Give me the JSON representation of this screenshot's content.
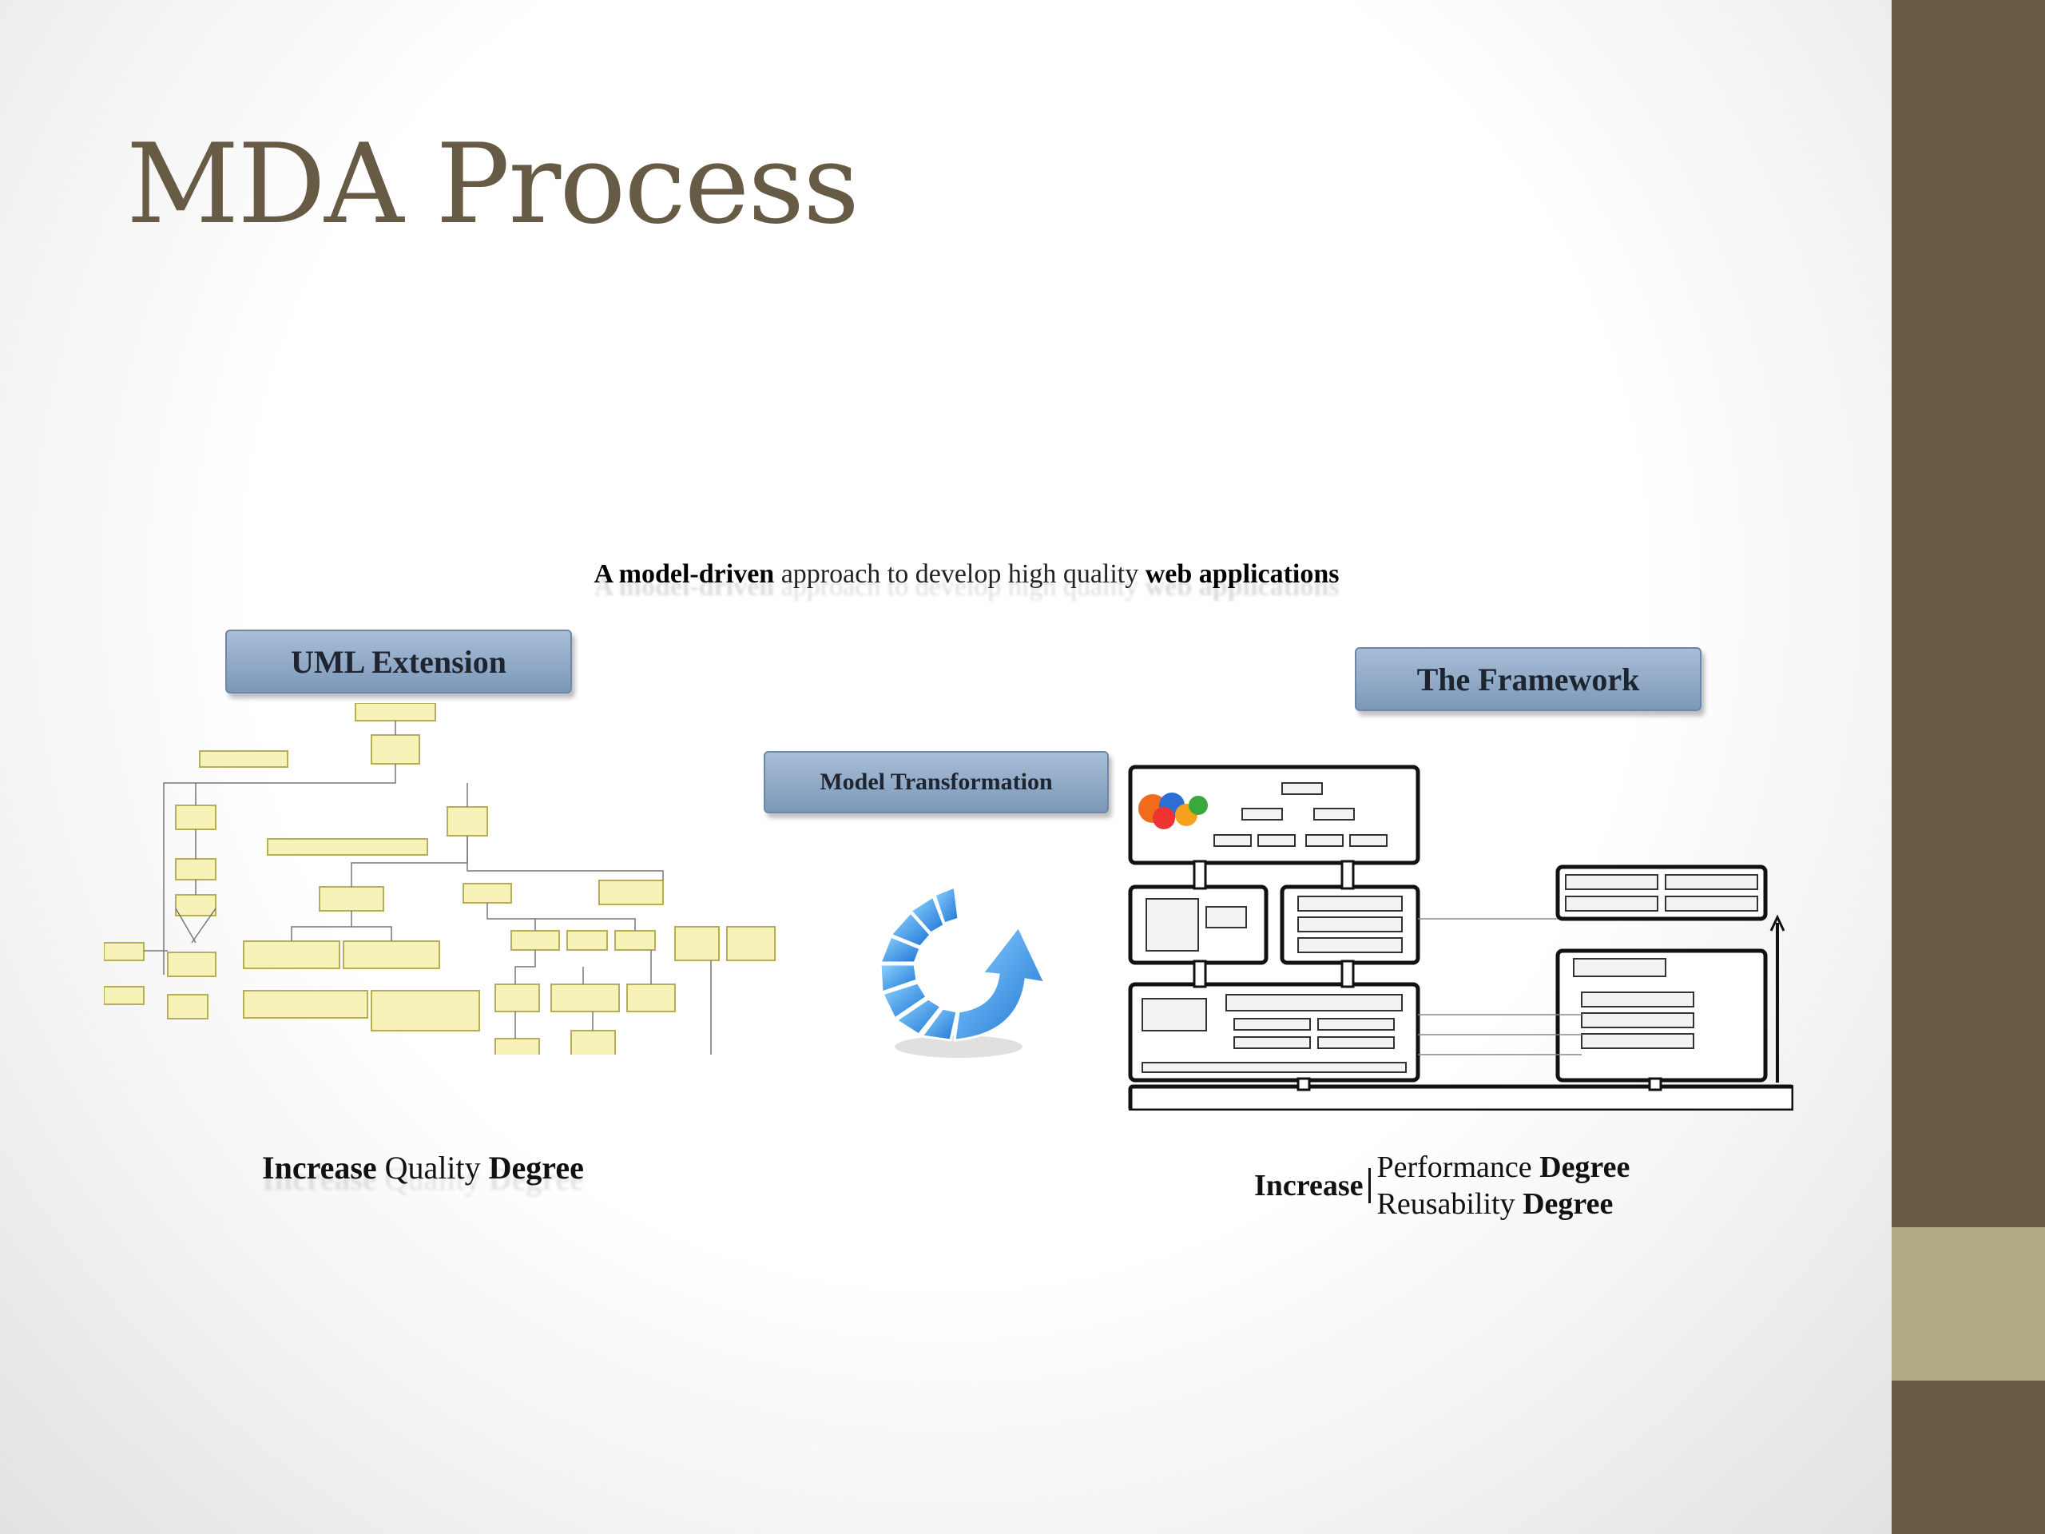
{
  "slide": {
    "title": "MDA Process",
    "colors": {
      "accent_dark": "#675b45",
      "accent_light": "#b3ab83",
      "title": "#675b45"
    }
  },
  "figure": {
    "caption_lead": "A model-driven",
    "caption_rest": " approach to develop high quality ",
    "caption_bold_end": "web applications",
    "uml_label": "UML Extension",
    "transform_label": "Model Transformation",
    "framework_label": "The Framework",
    "left_metric_word1": "Increase",
    "left_metric_word2": " Quality ",
    "left_metric_word3": "Degree",
    "right_metric_word": "Increase",
    "right_metric_line1_a": "Performance ",
    "right_metric_line1_b": "Degree",
    "right_metric_line2_a": "Reusability ",
    "right_metric_line2_b": "Degree",
    "icons": [
      "circular-arrow-icon",
      "uml-class-diagram",
      "framework-architecture-diagram"
    ]
  }
}
